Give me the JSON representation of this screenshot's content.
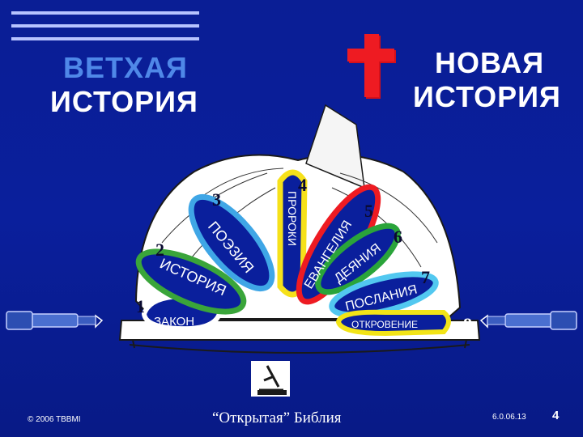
{
  "header": {
    "left_title_line1": "ВЕТХАЯ",
    "left_title_line2": "ИСТОРИЯ",
    "right_title_line1": "НОВАЯ",
    "right_title_line2": "ИСТОРИЯ"
  },
  "sections": [
    {
      "number": "1",
      "label": "ЗАКОН"
    },
    {
      "number": "2",
      "label": "ИСТОРИЯ"
    },
    {
      "number": "3",
      "label": "ПОЭЗИЯ"
    },
    {
      "number": "4",
      "label": "ПРОРОКИ"
    },
    {
      "number": "5",
      "label": "ЕВАНГЕЛИЯ"
    },
    {
      "number": "6",
      "label": "ДЕЯНИЯ"
    },
    {
      "number": "7",
      "label": "ПОСЛАНИЯ"
    },
    {
      "number": "8",
      "label": "ОТКРОВЕНИЕ"
    }
  ],
  "footer": {
    "copyright": "© 2006 TBBMI",
    "caption": "“Открытая” Библия",
    "code": "6.0.06.13",
    "page_number": "4"
  },
  "colors": {
    "background": "#0a1e95",
    "old_title": "#4f88e8",
    "new_title": "#ffffff",
    "cross": "#e0101a",
    "zakon": "#0a1f9c",
    "istoriya": "#3aa53a",
    "poeziya": "#3fa6e6",
    "proroki": "#f6e11a",
    "evangeliya": "#ee1b22",
    "deyaniya": "#2aa43a",
    "poslaniya": "#52c8f0",
    "otkrovenie": "#f2e417"
  }
}
